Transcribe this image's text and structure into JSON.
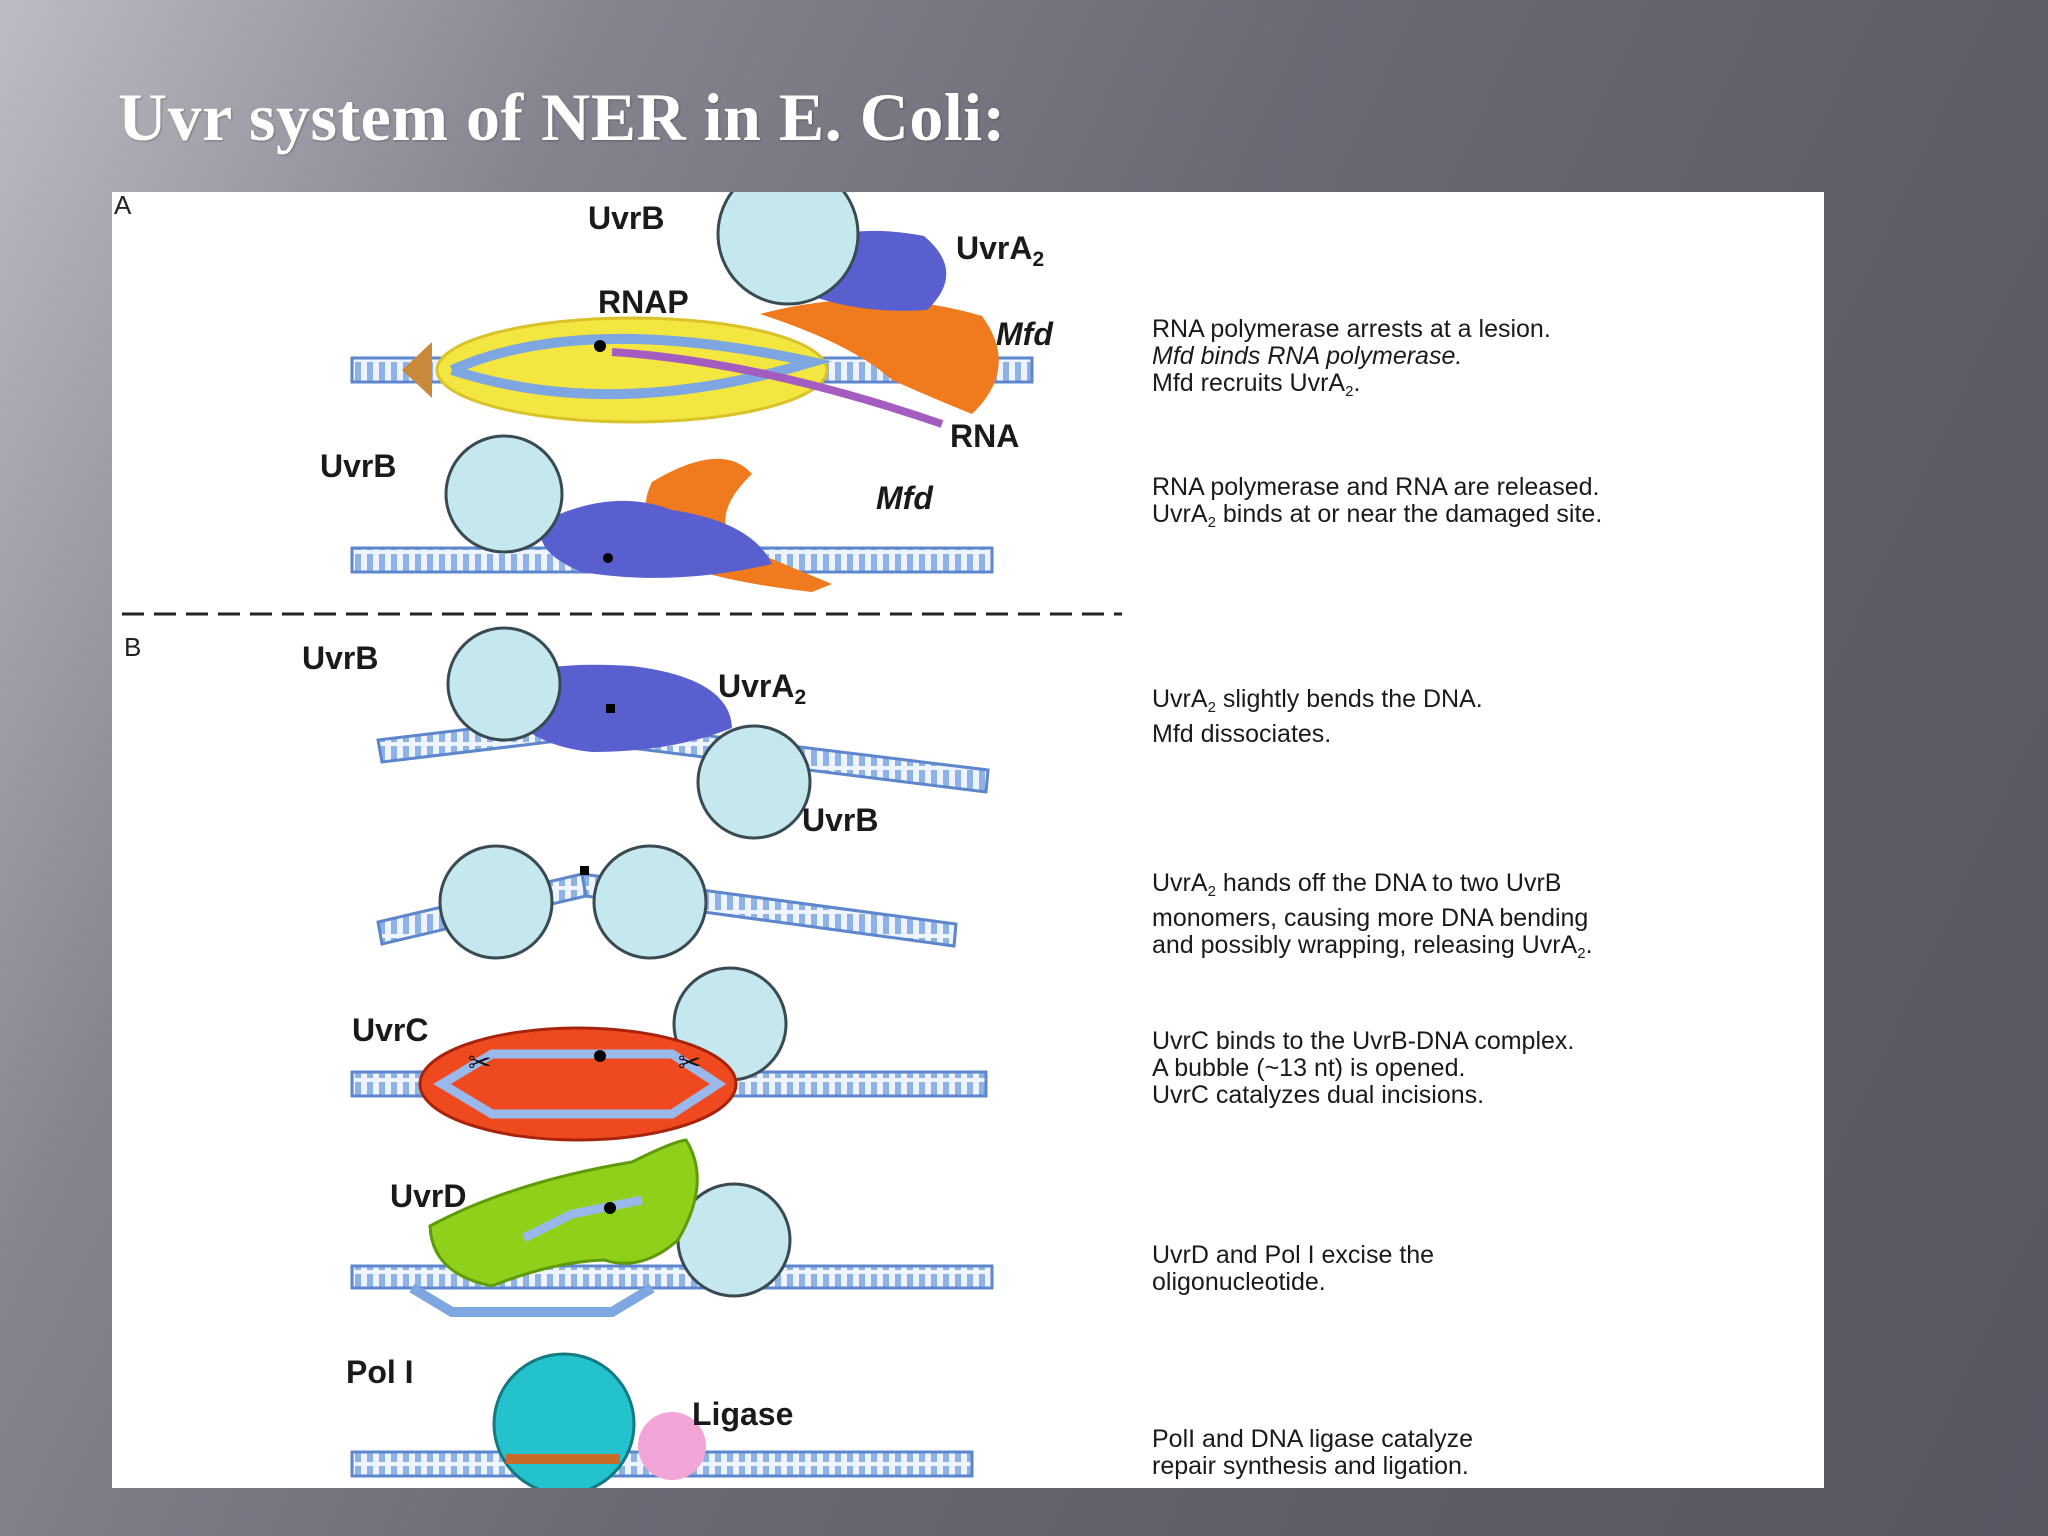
{
  "title": "Uvr system of NER in E. Coli:",
  "panels": {
    "a": "A",
    "b": "B"
  },
  "labels": {
    "uvrb_a1": "UvrB",
    "uvra2_a1": "UvrA",
    "uvra2_a1_sub": "2",
    "rnap": "RNAP",
    "mfd_a1": "Mfd",
    "rna": "RNA",
    "uvrb_a2": "UvrB",
    "mfd_a2": "Mfd",
    "uvrb_b1_top": "UvrB",
    "uvra2_b1": "UvrA",
    "uvra2_b1_sub": "2",
    "uvrb_b1_bottom": "UvrB",
    "uvrc": "UvrC",
    "uvrd": "UvrD",
    "pol1": "Pol I",
    "ligase": "Ligase"
  },
  "steps": [
    {
      "lines": [
        "RNA polymerase arrests at a lesion.",
        "Mfd binds RNA polymerase.",
        "Mfd recruits UvrA"
      ],
      "sub": "2",
      "end": "."
    },
    {
      "lines": [
        "RNA polymerase and RNA are released.",
        "UvrA",
        "binds at or near the damaged site."
      ],
      "sub": "2"
    },
    {
      "lines": [
        "UvrA",
        "slightly bends the DNA.",
        "Mfd dissociates."
      ],
      "sub": "2"
    },
    {
      "lines": [
        "UvrA",
        "hands off the DNA to two UvrB",
        "monomers, causing more DNA bending",
        "and possibly wrapping, releasing UvrA"
      ],
      "sub": "2",
      "end": "."
    },
    {
      "lines": [
        "UvrC binds to the UvrB-DNA complex.",
        "A bubble (~13 nt) is opened.",
        "UvrC catalyzes dual incisions."
      ]
    },
    {
      "lines": [
        "UvrD and Pol I excise the",
        "oligonucleotide."
      ]
    },
    {
      "lines": [
        "PolI and DNA ligase catalyze",
        "repair synthesis and ligation."
      ]
    }
  ],
  "colors": {
    "uvrb": "#c5e8ef",
    "uvra": "#5a5fd0",
    "mfd": "#f07a1e",
    "rnap": "#f4e640",
    "rna": "#a45cc0",
    "dna": "#7ea6e0",
    "uvrc": "#ef4a1f",
    "uvrd": "#8fd11a",
    "pol1": "#24c2cc",
    "ligase": "#f2a6d8"
  }
}
